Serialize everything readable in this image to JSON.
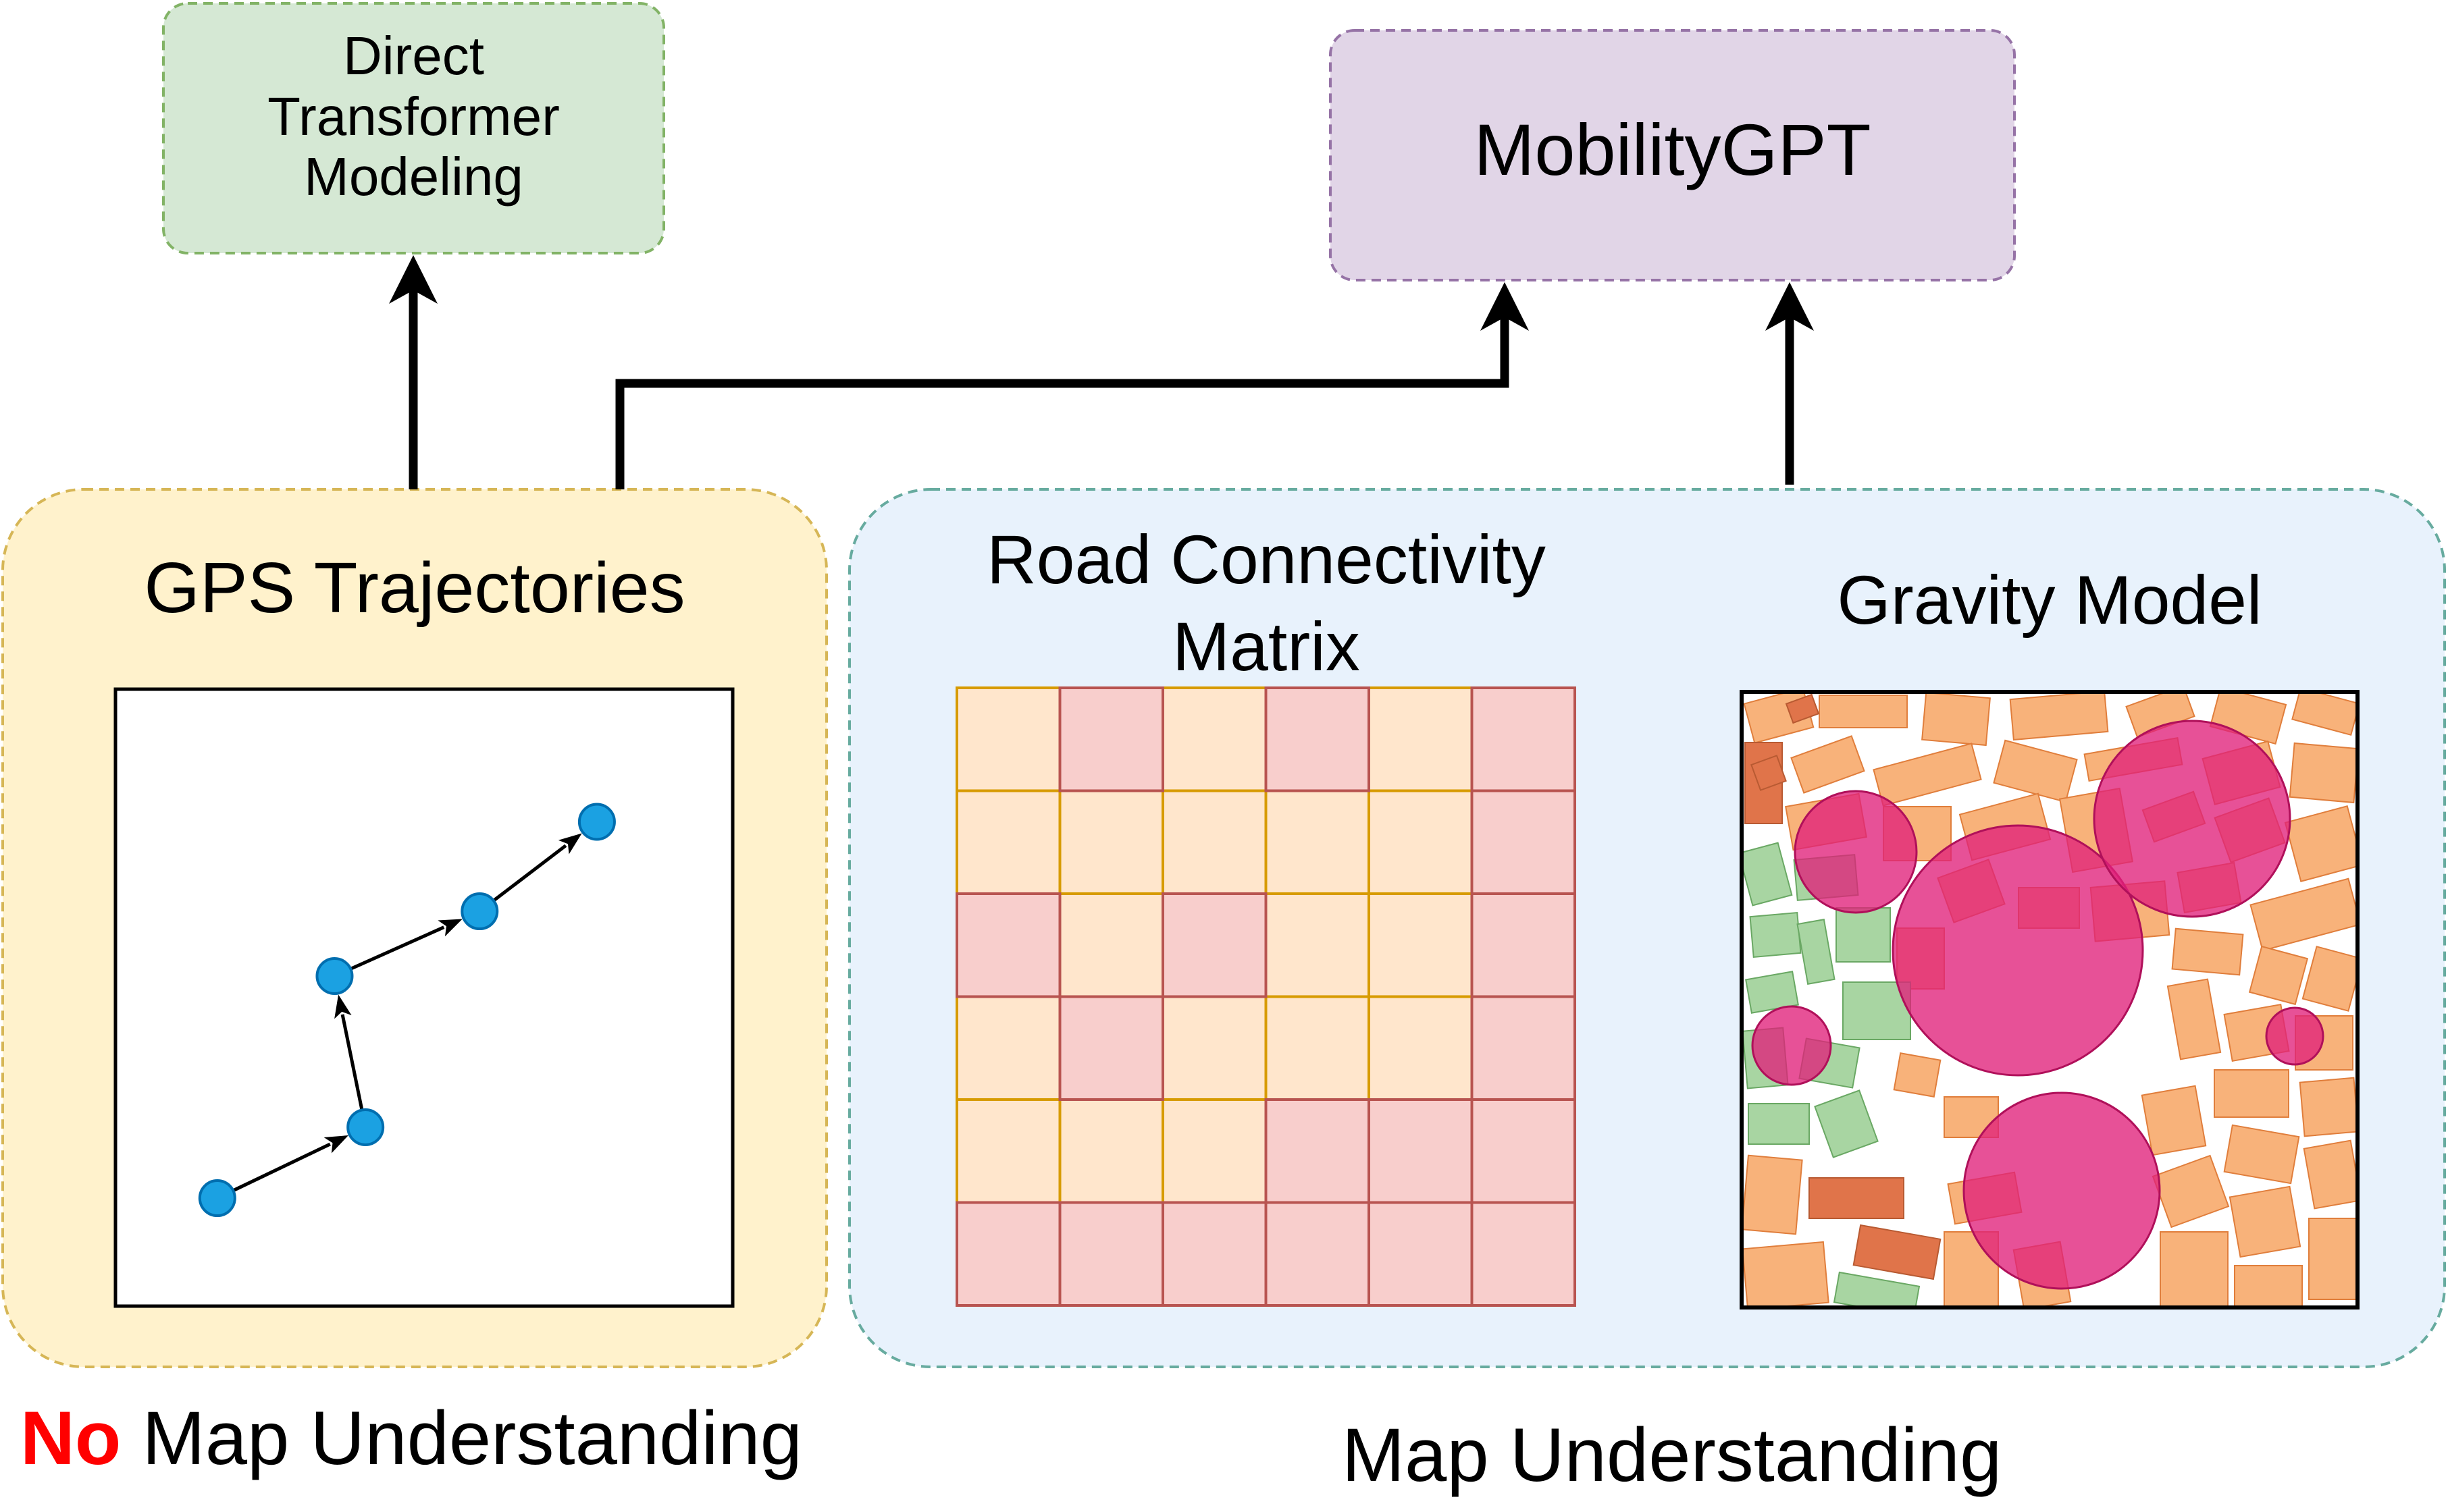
{
  "top_boxes": {
    "direct": {
      "lines": [
        "Direct",
        "Transformer",
        "Modeling"
      ],
      "fill": "#d5e8d4",
      "stroke": "#82b366"
    },
    "mobility": {
      "label": "MobilityGPT",
      "fill": "#e1d5e7",
      "stroke": "#9673a6"
    }
  },
  "gps_panel": {
    "title": "GPS Trajectories",
    "fill": "#fff2cc",
    "stroke": "#d6b656",
    "point_color": "#1ba1e2",
    "point_stroke": "#006eaf",
    "trajectory": [
      [
        0.165,
        0.825
      ],
      [
        0.405,
        0.71
      ],
      [
        0.355,
        0.465
      ],
      [
        0.59,
        0.36
      ],
      [
        0.78,
        0.215
      ]
    ]
  },
  "map_panel": {
    "fill": "#e8f2fc",
    "stroke": "#67ab9f",
    "matrix": {
      "title_line1": "Road Connectivity",
      "title_line2": "Matrix",
      "colors": {
        "low": "#ffe6cc",
        "low_border": "#d79b00",
        "high": "#f8cecc",
        "high_border": "#b85450"
      },
      "cells": [
        [
          0,
          1,
          0,
          1,
          0,
          1
        ],
        [
          0,
          0,
          0,
          0,
          0,
          1
        ],
        [
          1,
          0,
          1,
          0,
          0,
          1
        ],
        [
          0,
          1,
          0,
          0,
          0,
          1
        ],
        [
          0,
          0,
          0,
          1,
          1,
          1
        ],
        [
          1,
          1,
          1,
          1,
          1,
          1
        ]
      ]
    },
    "gravity": {
      "title": "Gravity Model",
      "colors": {
        "building": "#f8b27a",
        "building_edge": "#e07e3c",
        "park": "#a8d5a2",
        "special": "#e0744a",
        "circle": "#e0207a"
      }
    }
  },
  "captions": {
    "no_word": "No",
    "no_color": "#ff0000",
    "left_rest": " Map Understanding",
    "right": "Map Understanding"
  }
}
